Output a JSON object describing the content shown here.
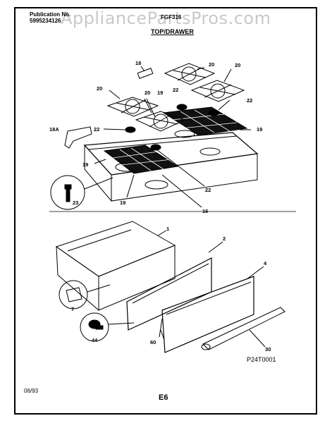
{
  "header": {
    "publication_label": "Publication No.",
    "publication_number": "5995234126",
    "model": "FGF316",
    "watermark": "AppliancePartsPros.com",
    "section_title": "TOP/DRAWER"
  },
  "footer": {
    "date": "06/93",
    "page": "E6",
    "figure_code": "P24T0001"
  },
  "callouts": {
    "c18": "18",
    "c20a": "20",
    "c20b": "20",
    "c20c": "20",
    "c20d": "20",
    "c19a": "19",
    "c22a": "22",
    "c22b": "22",
    "c22c": "22",
    "c19b": "19",
    "c18a": "18A",
    "c19c": "19",
    "c19d": "19",
    "c22d": "22",
    "c16": "16",
    "c23": "23",
    "c1": "1",
    "c2": "2",
    "c4": "4",
    "c7": "7",
    "c44": "44",
    "c60": "60",
    "c30": "30"
  }
}
